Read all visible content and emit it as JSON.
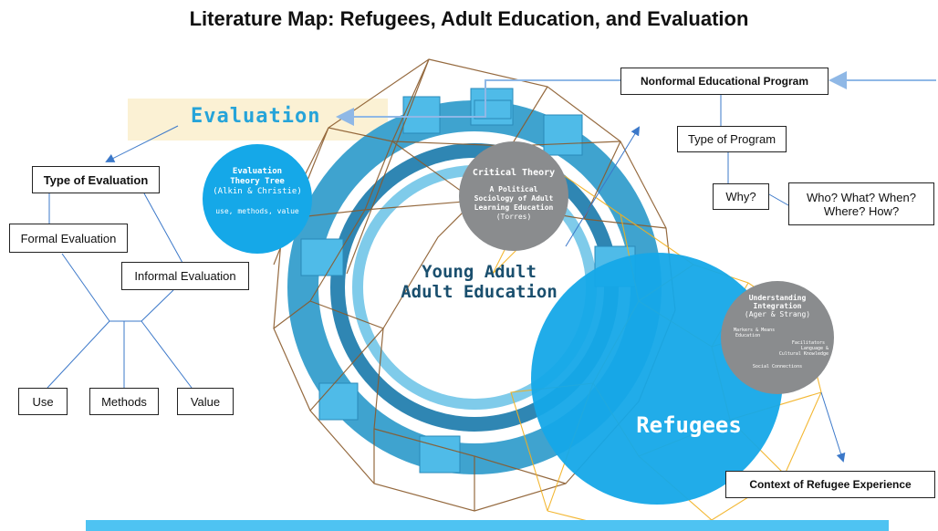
{
  "title": "Literature Map: Refugees, Adult Education, and Evaluation",
  "evaluation": "Evaluation",
  "type_of_evaluation": "Type of Evaluation",
  "formal_evaluation": "Formal Evaluation",
  "informal_evaluation": "Informal Evaluation",
  "use": "Use",
  "methods": "Methods",
  "value": "Value",
  "evaluation_tree": {
    "title_line1": "Evaluation",
    "title_line2": "Theory Tree",
    "author": "(Alkin & Christie)",
    "items": "use, methods, value"
  },
  "critical_theory": {
    "title": "Critical Theory",
    "sub_line1": "A Political",
    "sub_line2": "Sociology of Adult",
    "sub_line3": "Learning Education",
    "author": "(Torres)"
  },
  "center": {
    "line1": "Young Adult",
    "line2": "Adult Education"
  },
  "refugees": "Refugees",
  "integration": {
    "title_line1": "Understanding",
    "title_line2": "Integration",
    "author": "(Ager & Strang)",
    "markers": "Markers & Means",
    "education": "Education",
    "facilitators": "Facilitators",
    "language": "Language &",
    "cultural": "Cultural Knowledge",
    "social": "Social Connections"
  },
  "nonformal_program": "Nonformal Educational Program",
  "type_of_program": "Type of Program",
  "why": "Why?",
  "who_line1": "Who? What? When?",
  "who_line2": "Where? How?",
  "context": "Context of Refugee Experience",
  "colors": {
    "accent_blue": "#26a4d9",
    "circle_blue": "#15a8e8",
    "gray_circle": "#8a8c8e",
    "ring_blue": "#3fa3cf",
    "mesh_brown": "#8a5a2b",
    "mesh_gold": "#f2b01e",
    "line_blue": "#3b78c9",
    "banner": "#fbf1d4"
  }
}
